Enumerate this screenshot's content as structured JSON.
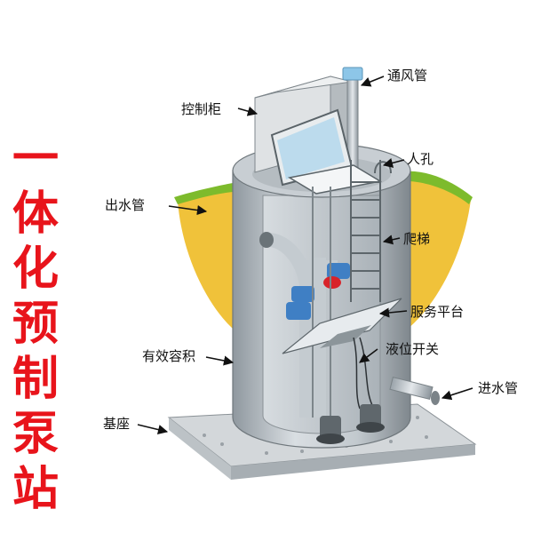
{
  "title_chars": [
    "一",
    "体",
    "化",
    "预",
    "制",
    "泵",
    "站"
  ],
  "labels": {
    "vent_pipe": "通风管",
    "control_cabinet": "控制柜",
    "manhole": "人孔",
    "outlet_pipe": "出水管",
    "ladder": "爬梯",
    "service_platform": "服务平台",
    "effective_volume": "有效容积",
    "level_switch": "液位开关",
    "inlet_pipe": "进水管",
    "base": "基座"
  },
  "colors": {
    "title_red": "#e8141b",
    "soil_yellow": "#f0c23a",
    "grass_green": "#7dbb2c",
    "tank_grey": "#b9c2c8",
    "pipe_blue": "#3f7fc4",
    "valve_red": "#d8232a"
  }
}
